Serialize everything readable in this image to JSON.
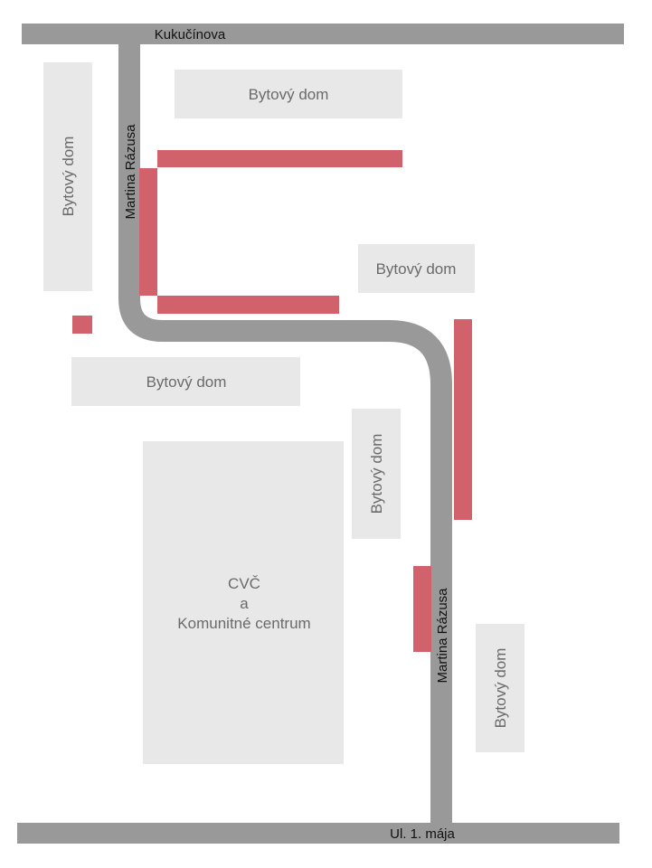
{
  "colors": {
    "road": "#999999",
    "building": "#e8e8e8",
    "marked_area": "#d1626b",
    "label": "#6a6a6a",
    "street_label": "#111111"
  },
  "streets": {
    "top": "Kukučínova",
    "vertical_upper": "Martina Rázusa",
    "vertical_lower": "Martina Rázusa",
    "bottom": "Ul. 1. mája"
  },
  "buildings": {
    "left_vertical": "Bytový dom",
    "top": "Bytový dom",
    "middle_right": "Bytový dom",
    "left_horizontal": "Bytový dom",
    "center_vertical": "Bytový dom",
    "bottom_right": "Bytový dom",
    "center_line1": "CVČ",
    "center_line2": "a",
    "center_line3": "Komunitné centrum"
  }
}
